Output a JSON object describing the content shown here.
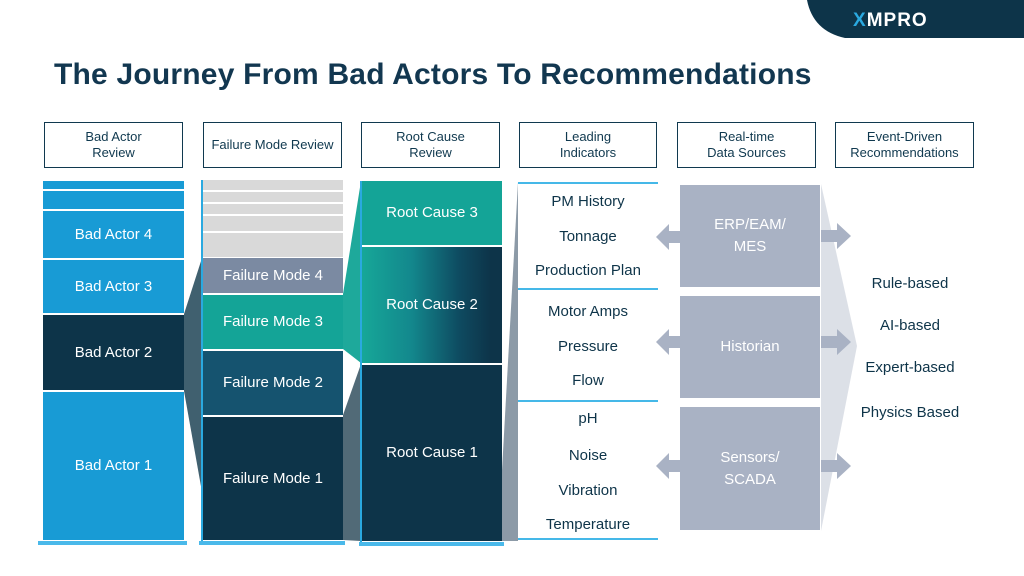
{
  "logo": {
    "brand_x": "X",
    "brand_rest": "MPRO"
  },
  "title": "The Journey From Bad Actors To Recommendations",
  "palette": {
    "navy": "#0d3449",
    "bright_blue": "#189bd5",
    "teal": "#14a497",
    "steel_blue": "#15536f",
    "slate_gray_blue": "#7b8aa2",
    "data_source_gray": "#a9b2c4",
    "strip_gray": "#d9d9d9",
    "cyan_line": "#45b8e8",
    "title_navy": "#123750"
  },
  "columns": [
    {
      "header_lines": [
        "Bad Actor",
        "Review"
      ],
      "blocks": [
        {
          "label": "Bad Actor 4"
        },
        {
          "label": "Bad Actor 3"
        },
        {
          "label": "Bad Actor 2"
        },
        {
          "label": "Bad Actor 1"
        }
      ]
    },
    {
      "header_lines": [
        "Failure Mode Review",
        ""
      ],
      "blocks": [
        {
          "label": "Failure Mode 4"
        },
        {
          "label": "Failure Mode 3"
        },
        {
          "label": "Failure Mode 2"
        },
        {
          "label": "Failure Mode 1"
        }
      ]
    },
    {
      "header_lines": [
        "Root Cause",
        "Review"
      ],
      "blocks": [
        {
          "label": "Root Cause 3"
        },
        {
          "label": "Root Cause 2"
        },
        {
          "label": "Root Cause 1"
        }
      ]
    },
    {
      "header_lines": [
        "Leading",
        "Indicators"
      ],
      "groups": [
        {
          "items": [
            "PM History",
            "Tonnage",
            "Production Plan"
          ]
        },
        {
          "items": [
            "Motor Amps",
            "Pressure",
            "Flow"
          ]
        },
        {
          "items": [
            "pH",
            "Noise",
            "Vibration",
            "Temperature"
          ]
        }
      ]
    },
    {
      "header_lines": [
        "Real-time",
        "Data Sources"
      ],
      "boxes": [
        {
          "lines": [
            "ERP/EAM/",
            "MES"
          ]
        },
        {
          "lines": [
            "Historian",
            ""
          ]
        },
        {
          "lines": [
            "Sensors/",
            "SCADA"
          ]
        }
      ]
    },
    {
      "header_lines": [
        "Event-Driven",
        "Recommendations"
      ],
      "items": [
        "Rule-based",
        "AI-based",
        "Expert-based",
        "Physics Based"
      ]
    }
  ]
}
